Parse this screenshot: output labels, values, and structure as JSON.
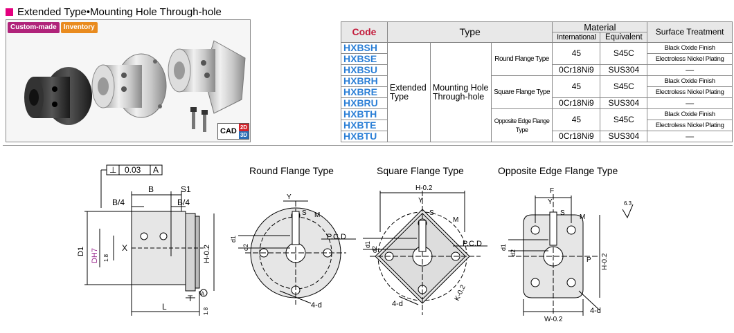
{
  "heading": {
    "text": "Extended Type•Mounting Hole Through-hole"
  },
  "badges": {
    "custom": "Custom-made",
    "inventory": "Inventory"
  },
  "cad": {
    "label": "CAD",
    "d2": "2D",
    "d3": "3D"
  },
  "table": {
    "h_code": "Code",
    "h_type": "Type",
    "h_material": "Material",
    "h_international": "International",
    "h_equivalent": "Equivalent",
    "h_surface": "Surface Treatment",
    "type_col1": "Extended\nType",
    "type_col2": "Mounting Hole\nThrough-hole",
    "groups": [
      {
        "flange": "Round Flange Type",
        "codes": [
          "HXBSH",
          "HXBSE",
          "HXBSU"
        ],
        "mat1_int": "45",
        "mat1_eq": "S45C",
        "surf1": "Black Oxide Finish",
        "surf2": "Electroless Nickel Plating",
        "mat2_int": "0Cr18Ni9",
        "mat2_eq": "SUS304",
        "surf3": "—"
      },
      {
        "flange": "Square Flange Type",
        "codes": [
          "HXBRH",
          "HXBRE",
          "HXBRU"
        ],
        "mat1_int": "45",
        "mat1_eq": "S45C",
        "surf1": "Black Oxide Finish",
        "surf2": "Electroless Nickel Plating",
        "mat2_int": "0Cr18Ni9",
        "mat2_eq": "SUS304",
        "surf3": "—"
      },
      {
        "flange": "Opposite Edge Flange Type",
        "codes": [
          "HXBTH",
          "HXBTE",
          "HXBTU"
        ],
        "mat1_int": "45",
        "mat1_eq": "S45C",
        "surf1": "Black Oxide Finish",
        "surf2": "Electroless Nickel Plating",
        "mat2_int": "0Cr18Ni9",
        "mat2_eq": "SUS304",
        "surf3": "—"
      }
    ]
  },
  "drawing": {
    "title_round": "Round Flange Type",
    "title_square": "Square Flange Type",
    "title_opposite": "Opposite Edge Flange Type",
    "tol_sym": "⊥",
    "tol_value": "0.03",
    "tol_datum": "A",
    "dim_B": "B",
    "dim_S1": "S1",
    "dim_B4a": "B/4",
    "dim_B4b": "B/4",
    "dim_D1": "D1",
    "dim_DH7": "DH7",
    "dim_X": "X",
    "dim_L": "L",
    "dim_T": "T",
    "dim_A": "A",
    "dim_H": "H-0.2",
    "dim_18a": "1.8",
    "dim_18b": "1.8",
    "dim_Y": "Y",
    "dim_S": "S",
    "dim_M": "M",
    "dim_PCD": "P.C.D",
    "dim_d1": "d1",
    "dim_d2": "d2",
    "dim_4d": "4-d",
    "dim_H02": "H-0.2",
    "dim_K": "K-0.2",
    "dim_F": "F",
    "dim_P": "P",
    "dim_W": "W-0.2",
    "roughness": "6.3"
  }
}
